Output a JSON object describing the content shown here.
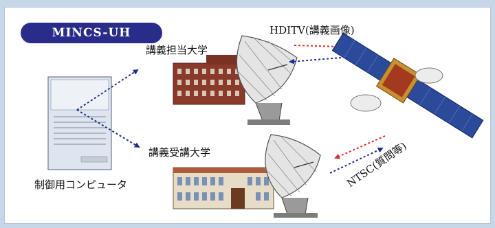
{
  "title": "MINCS-UH",
  "labels": {
    "hditv": "HDITV(講義画像)",
    "lecture_university": "講義担当大学",
    "receiving_university": "講義受講大学",
    "control_computer": "制御用コンピュータ",
    "ntsc": "NTSC(質問等)"
  },
  "colors": {
    "background": "#c7d6e8",
    "title_pill": "#2a2c8a",
    "uplink_arrow": "#d8302a",
    "downlink_arrow": "#1c2f8c",
    "satellite_panel": "#2b4a9a",
    "building_brick": "#8a3a2a"
  }
}
